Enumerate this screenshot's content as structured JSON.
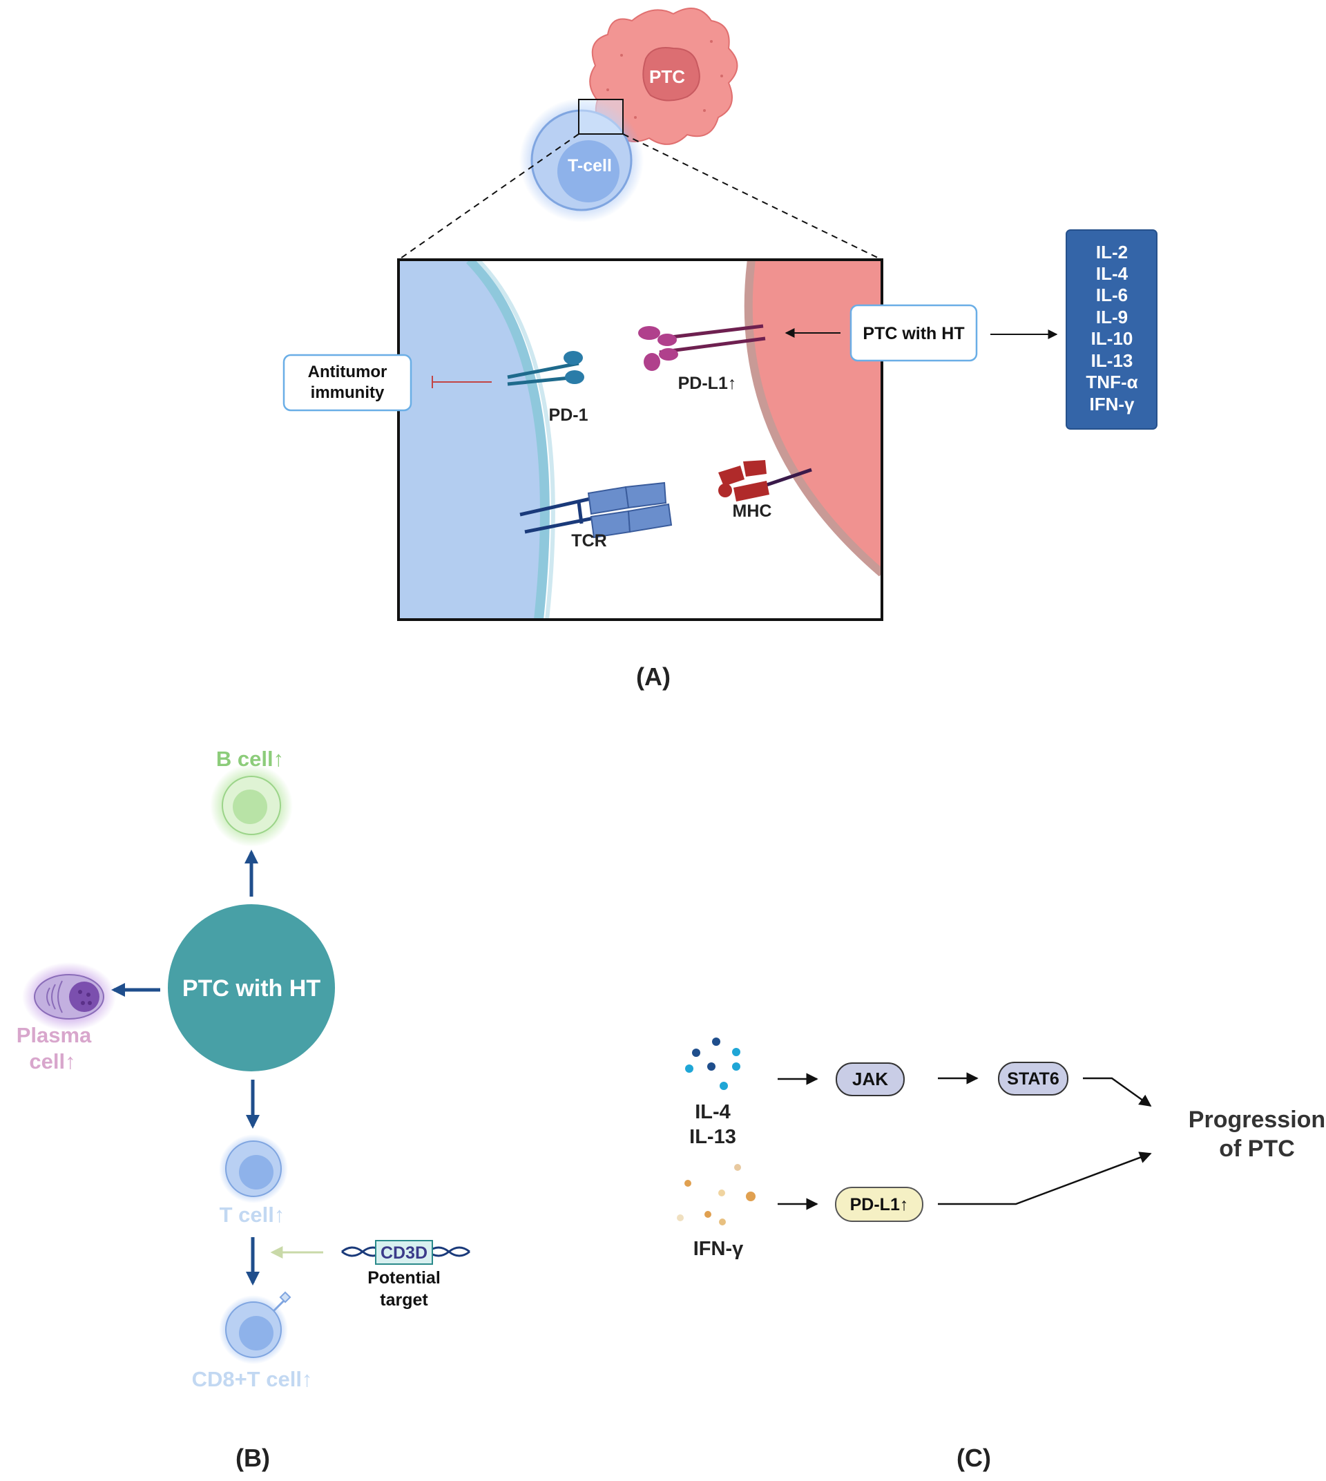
{
  "panel_a": {
    "ptc_cell": "PTC",
    "t_cell": "T-cell",
    "pd1": "PD-1",
    "pdl1": "PD-L1↑",
    "tcr": "TCR",
    "mhc": "MHC",
    "antitumor_line1": "Antitumor",
    "antitumor_line2": "immunity",
    "ptc_with_ht": "PTC with HT",
    "cytokines": [
      "IL-2",
      "IL-4",
      "IL-6",
      "IL-9",
      "IL-10",
      "IL-13",
      "TNF-α",
      "IFN-γ"
    ],
    "caption": "(A)"
  },
  "panel_b": {
    "center": "PTC with HT",
    "b_cell": "B cell↑",
    "plasma_line1": "Plasma",
    "plasma_line2": "cell↑",
    "t_cell": "T cell↑",
    "cd8": "CD8+T cell↑",
    "cd3d": "CD3D",
    "target_line1": "Potential",
    "target_line2": "target",
    "caption": "(B)"
  },
  "panel_c": {
    "il4": "IL-4",
    "il13": "IL-13",
    "ifng": "IFN-γ",
    "jak": "JAK",
    "stat6": "STAT6",
    "pdl1": "PD-L1↑",
    "progression_line1": "Progression",
    "progression_line2": "of PTC",
    "caption": "(C)"
  },
  "colors": {
    "tcell_blue": "#b3cdf0",
    "ptc_red": "#f0908c",
    "cytokine_box": "#3465a8",
    "center_teal": "#48a0a6",
    "arrow_blue": "#1f4e8c",
    "jak_fill": "#c9cde6",
    "pdl1_fill": "#f5f0c4"
  }
}
